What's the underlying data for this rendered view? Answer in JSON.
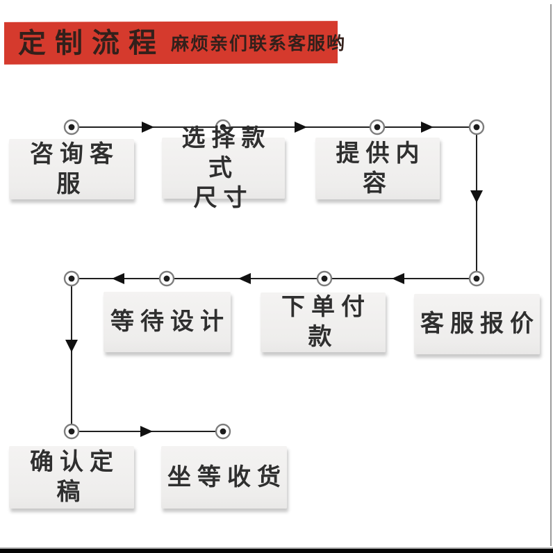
{
  "banner": {
    "title": "定制流程",
    "subtitle": "麻烦亲们联系客服哟",
    "bg_color": "#d53a2d",
    "text_color": "#33201b"
  },
  "flow": {
    "type": "flowchart",
    "direction": "boustrophedon (left-to-right, down, right-to-left, down, left-to-right)",
    "steps": [
      {
        "order": 1,
        "label": "咨询客服"
      },
      {
        "order": 2,
        "label": "选择款式\n尺寸"
      },
      {
        "order": 3,
        "label": "提供内容"
      },
      {
        "order": 4,
        "label": "客服报价"
      },
      {
        "order": 5,
        "label": "下单付款"
      },
      {
        "order": 6,
        "label": "等待设计"
      },
      {
        "order": 7,
        "label": "确认定稿"
      },
      {
        "order": 8,
        "label": "坐等收货"
      }
    ],
    "colors": {
      "line": "#1f1f1f",
      "box_fill": "#f0efee",
      "box_text": "#2f2f2f",
      "node_ring": "#7d7d7d",
      "node_dot": "#1c1c1c"
    }
  }
}
